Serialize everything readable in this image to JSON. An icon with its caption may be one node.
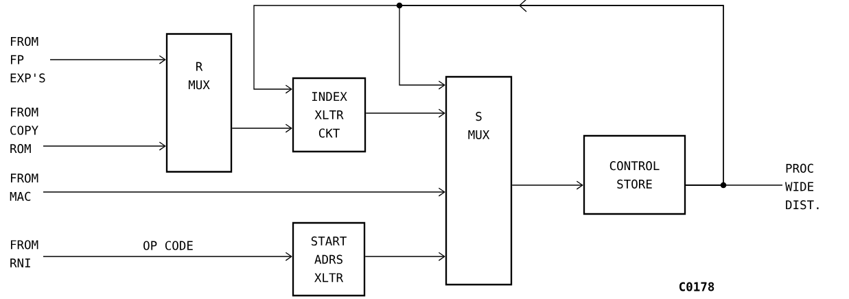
{
  "diagram": {
    "nodes": [
      {
        "text": [
          "FROM FP EXP'S"
        ]
      },
      {
        "text": [
          "FROM COPY ROM"
        ]
      },
      {
        "text": [
          "FROM MAC"
        ]
      },
      {
        "text": [
          "FROM RNI"
        ]
      },
      {
        "text": [
          "R MUX"
        ]
      },
      {
        "text": [
          "INDEX XLTR CKT"
        ]
      },
      {
        "text": [
          "START ADRS XLTR"
        ]
      },
      {
        "text": [
          "S MUX"
        ]
      },
      {
        "text": [
          "CONTROL STORE"
        ]
      },
      {
        "text": [
          "PROC WIDE DIST."
        ]
      }
    ],
    "edges": [
      {
        "from": 0,
        "to": 4,
        "arrow": "to"
      },
      {
        "from": 1,
        "to": 4,
        "arrow": "to"
      },
      {
        "from": 4,
        "to": 5,
        "arrow": "to"
      },
      {
        "from": 2,
        "to": 7,
        "arrow": "to"
      },
      {
        "from": 3,
        "to": 6,
        "arrow": "to",
        "label": "OP CODE"
      },
      {
        "from": 5,
        "to": 7,
        "arrow": "to"
      },
      {
        "from": 6,
        "to": 7,
        "arrow": "to"
      },
      {
        "from": 7,
        "to": 8,
        "arrow": "to"
      },
      {
        "from": 8,
        "to": 9,
        "arrow": "none"
      },
      {
        "from": 8,
        "to": 5,
        "arrow": "to"
      },
      {
        "from": 8,
        "to": 7,
        "arrow": "to"
      }
    ],
    "labels": [
      "C0178"
    ]
  }
}
